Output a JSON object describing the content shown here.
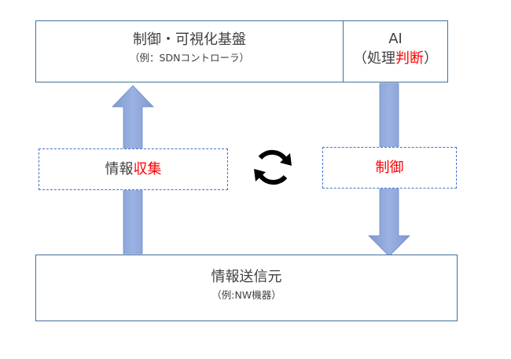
{
  "platform": {
    "title": "制御・可視化基盤",
    "example": "（例：SDNコントローラ）"
  },
  "ai": {
    "title": "AI",
    "sub_open": "（処理",
    "sub_red": "判断",
    "sub_close": "）"
  },
  "collect": {
    "text": "情報",
    "text_red": "収集"
  },
  "control": {
    "text_red": "制御"
  },
  "source": {
    "title": "情報送信元",
    "example": "（例:NW機器）"
  },
  "colors": {
    "box_border": "#41719c",
    "dashed_border": "#4472c4",
    "arrow_fill": "#8ea7d9",
    "highlight": "#ff0000"
  },
  "icons": {
    "cycle": "refresh-cycle-icon"
  }
}
